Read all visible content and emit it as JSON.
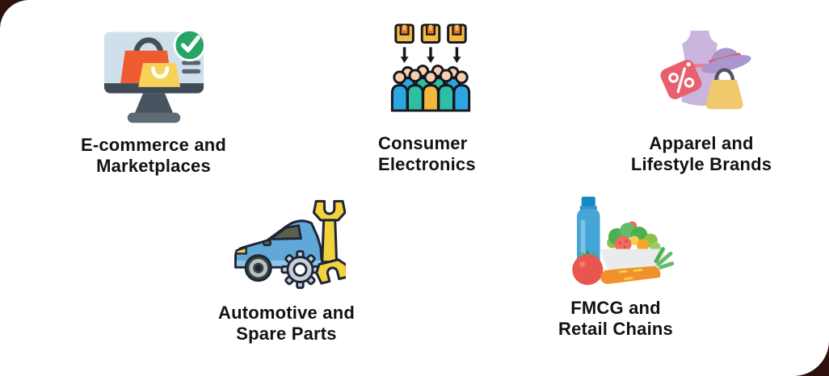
{
  "page": {
    "background_color": "#2e100f",
    "card_color": "#ffffff",
    "text_color": "#121212"
  },
  "items": [
    {
      "id": "ecommerce-marketplaces",
      "icon": "monitor-shopping-bags-check-icon",
      "label_lines": [
        "E-commerce and",
        "Marketplaces"
      ]
    },
    {
      "id": "consumer-electronics",
      "icon": "packages-to-crowd-icon",
      "label_lines": [
        "Consumer",
        "Electronics"
      ]
    },
    {
      "id": "apparel-lifestyle-brands",
      "icon": "dress-hat-discount-bag-icon",
      "label_lines": [
        "Apparel and",
        "Lifestyle Brands"
      ]
    },
    {
      "id": "automotive-spare-parts",
      "icon": "car-wrench-gear-icon",
      "label_lines": [
        "Automotive and",
        "Spare Parts"
      ]
    },
    {
      "id": "fmcg-retail-chains",
      "icon": "groceries-icon",
      "label_lines": [
        "FMCG and",
        "Retail Chains"
      ]
    }
  ]
}
